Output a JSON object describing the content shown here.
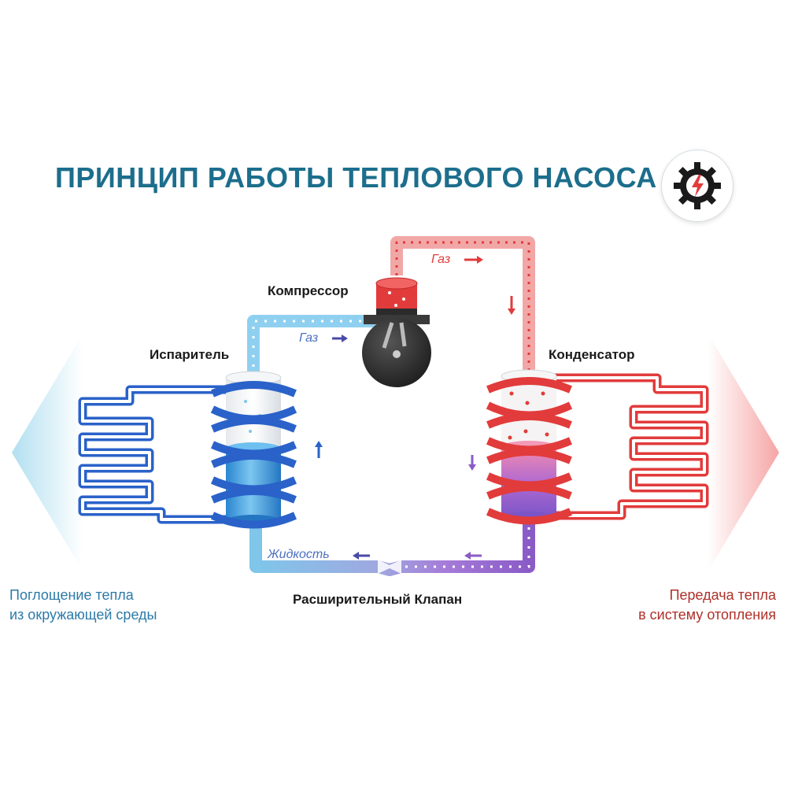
{
  "title": "ПРИНЦИП РАБОТЫ ТЕПЛОВОГО НАСОСА",
  "labels": {
    "compressor": "Компрессор",
    "evaporator": "Испаритель",
    "condenser": "Конденсатор",
    "valve": "Расширительный Клапан",
    "gas_hot": "Газ",
    "gas_cold": "Газ",
    "liquid": "Жидкость"
  },
  "side_text": {
    "left_line1": "Поглощение тепла",
    "left_line2": "из окружающей среды",
    "right_line1": "Передача тепла",
    "right_line2": "в систему отопления"
  },
  "colors": {
    "title": "#1c6e8c",
    "cold": "#2a62c9",
    "cold_pipe": "#7fc6ea",
    "hot": "#e23b3b",
    "hot_pipe": "#f6b8b8",
    "mixed": "#8a5bc7",
    "left_text": "#2c7aa8",
    "right_text": "#b0302a"
  },
  "logo_icon": "gear-lightning-icon"
}
